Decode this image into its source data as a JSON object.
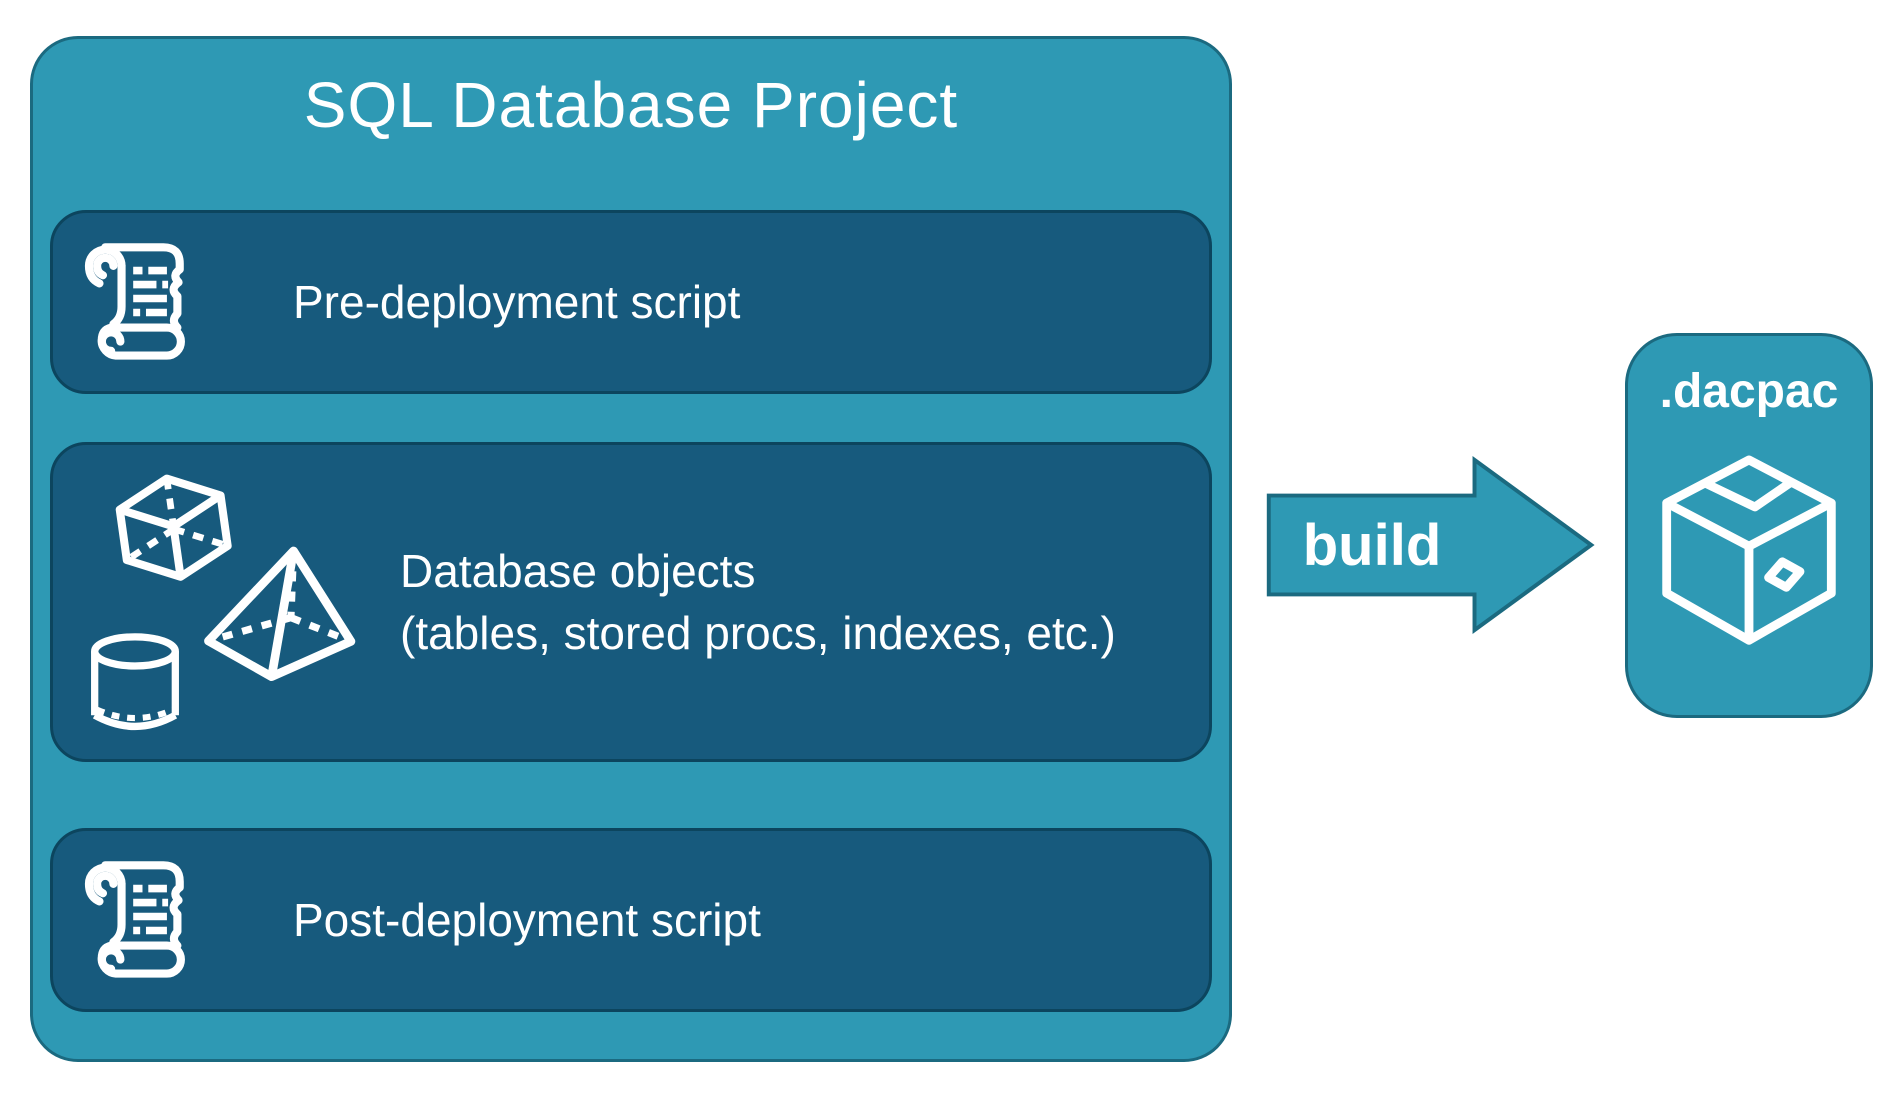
{
  "colors": {
    "teal": "#2E99B4",
    "teal-border": "#1B6A80",
    "dark": "#175A7D",
    "dark-border": "#0C455E",
    "text": "#FFFFFF"
  },
  "project": {
    "title": "SQL Database Project",
    "boxes": [
      {
        "icon": "scroll-icon",
        "label": "Pre-deployment script"
      },
      {
        "icon": "database-shapes-icons",
        "label": "Database objects",
        "sublabel": "(tables, stored procs, indexes, etc.)"
      },
      {
        "icon": "scroll-icon",
        "label": "Post-deployment script"
      }
    ]
  },
  "arrow": {
    "label": "build"
  },
  "output": {
    "label": ".dacpac",
    "icon": "package-icon"
  }
}
